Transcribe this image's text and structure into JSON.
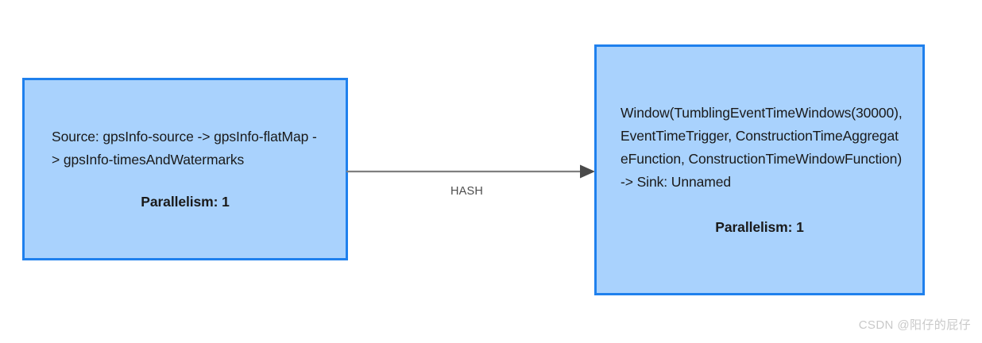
{
  "diagram": {
    "type": "flink-job-graph",
    "background_color": "#ffffff",
    "node_fill_color": "#a9d2fd",
    "node_border_color": "#1f80ed",
    "edge_color": "#7f7f7f",
    "nodes": [
      {
        "id": "source",
        "description": "Source: gpsInfo-source -> gpsInfo-flatMap -> gpsInfo-timesAndWatermarks",
        "parallelism_label": "Parallelism: 1"
      },
      {
        "id": "window",
        "description": "Window(TumblingEventTimeWindows(30000), EventTimeTrigger, ConstructionTimeAggregateFunction, ConstructionTimeWindowFunction) -> Sink: Unnamed",
        "parallelism_label": "Parallelism: 1"
      }
    ],
    "edges": [
      {
        "id": "source-to-window",
        "label": "HASH",
        "from": "source",
        "to": "window"
      }
    ]
  },
  "watermark": {
    "text": "CSDN @阳仔的屁仔"
  }
}
